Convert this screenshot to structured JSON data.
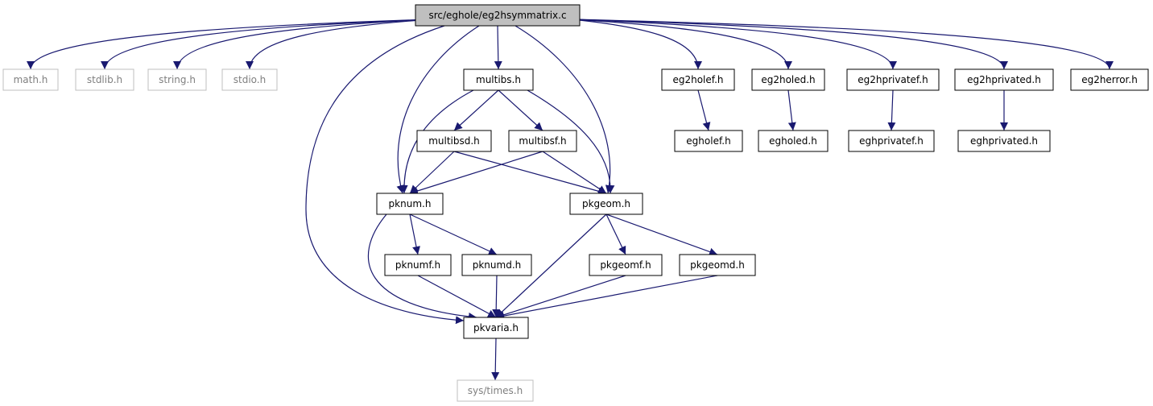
{
  "graph": {
    "colors": {
      "edge": "#191970",
      "root_fill": "#bfbfbf",
      "node_stroke": "#000000",
      "external_stroke": "#bfbfbf",
      "external_text": "#7f7f7f",
      "text": "#000000"
    },
    "nodes": [
      {
        "id": "root",
        "label": "src/eghole/eg2hsymmatrix.c",
        "kind": "root"
      },
      {
        "id": "math",
        "label": "math.h",
        "kind": "external"
      },
      {
        "id": "stdlib",
        "label": "stdlib.h",
        "kind": "external"
      },
      {
        "id": "string",
        "label": "string.h",
        "kind": "external"
      },
      {
        "id": "stdio",
        "label": "stdio.h",
        "kind": "external"
      },
      {
        "id": "multibs",
        "label": "multibs.h",
        "kind": "file"
      },
      {
        "id": "eg2holef",
        "label": "eg2holef.h",
        "kind": "file"
      },
      {
        "id": "eg2holed",
        "label": "eg2holed.h",
        "kind": "file"
      },
      {
        "id": "eg2hprivatef",
        "label": "eg2hprivatef.h",
        "kind": "file"
      },
      {
        "id": "eg2hprivated",
        "label": "eg2hprivated.h",
        "kind": "file"
      },
      {
        "id": "eg2herror",
        "label": "eg2herror.h",
        "kind": "file"
      },
      {
        "id": "multibsd",
        "label": "multibsd.h",
        "kind": "file"
      },
      {
        "id": "multibsf",
        "label": "multibsf.h",
        "kind": "file"
      },
      {
        "id": "egholef",
        "label": "egholef.h",
        "kind": "file"
      },
      {
        "id": "egholed",
        "label": "egholed.h",
        "kind": "file"
      },
      {
        "id": "eghprivatef",
        "label": "eghprivatef.h",
        "kind": "file"
      },
      {
        "id": "eghprivated",
        "label": "eghprivated.h",
        "kind": "file"
      },
      {
        "id": "pknum",
        "label": "pknum.h",
        "kind": "file"
      },
      {
        "id": "pkgeom",
        "label": "pkgeom.h",
        "kind": "file"
      },
      {
        "id": "pknumf",
        "label": "pknumf.h",
        "kind": "file"
      },
      {
        "id": "pknumd",
        "label": "pknumd.h",
        "kind": "file"
      },
      {
        "id": "pkgeomf",
        "label": "pkgeomf.h",
        "kind": "file"
      },
      {
        "id": "pkgeomd",
        "label": "pkgeomd.h",
        "kind": "file"
      },
      {
        "id": "pkvaria",
        "label": "pkvaria.h",
        "kind": "file"
      },
      {
        "id": "systimes",
        "label": "sys/times.h",
        "kind": "external"
      }
    ],
    "edges": [
      {
        "from": "root",
        "to": "math"
      },
      {
        "from": "root",
        "to": "stdlib"
      },
      {
        "from": "root",
        "to": "string"
      },
      {
        "from": "root",
        "to": "stdio"
      },
      {
        "from": "root",
        "to": "multibs"
      },
      {
        "from": "root",
        "to": "pknum"
      },
      {
        "from": "root",
        "to": "pkgeom"
      },
      {
        "from": "root",
        "to": "pkvaria"
      },
      {
        "from": "root",
        "to": "eg2holef"
      },
      {
        "from": "root",
        "to": "eg2holed"
      },
      {
        "from": "root",
        "to": "eg2hprivatef"
      },
      {
        "from": "root",
        "to": "eg2hprivated"
      },
      {
        "from": "root",
        "to": "eg2herror"
      },
      {
        "from": "multibs",
        "to": "multibsd"
      },
      {
        "from": "multibs",
        "to": "multibsf"
      },
      {
        "from": "multibs",
        "to": "pknum"
      },
      {
        "from": "multibs",
        "to": "pkgeom"
      },
      {
        "from": "multibsd",
        "to": "pknum"
      },
      {
        "from": "multibsd",
        "to": "pkgeom"
      },
      {
        "from": "multibsf",
        "to": "pknum"
      },
      {
        "from": "multibsf",
        "to": "pkgeom"
      },
      {
        "from": "pknum",
        "to": "pknumf"
      },
      {
        "from": "pknum",
        "to": "pknumd"
      },
      {
        "from": "pknum",
        "to": "pkvaria"
      },
      {
        "from": "pkgeom",
        "to": "pkgeomf"
      },
      {
        "from": "pkgeom",
        "to": "pkgeomd"
      },
      {
        "from": "pkgeom",
        "to": "pkvaria"
      },
      {
        "from": "pknumf",
        "to": "pkvaria"
      },
      {
        "from": "pknumd",
        "to": "pkvaria"
      },
      {
        "from": "pkgeomf",
        "to": "pkvaria"
      },
      {
        "from": "pkgeomd",
        "to": "pkvaria"
      },
      {
        "from": "pkvaria",
        "to": "systimes"
      },
      {
        "from": "eg2holef",
        "to": "egholef"
      },
      {
        "from": "eg2holed",
        "to": "egholed"
      },
      {
        "from": "eg2hprivatef",
        "to": "eghprivatef"
      },
      {
        "from": "eg2hprivated",
        "to": "eghprivated"
      }
    ]
  }
}
